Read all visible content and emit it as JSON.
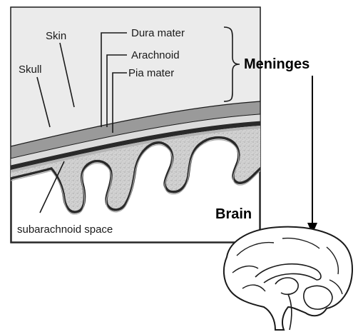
{
  "labels": {
    "skin": "Skin",
    "skull": "Skull",
    "dura_mater": "Dura mater",
    "arachnoid": "Arachnoid",
    "pia_mater": "Pia mater",
    "subarachnoid_space": "subarachnoid space",
    "meninges": "Meninges",
    "brain": "Brain"
  },
  "colors": {
    "panel_bg": "#ebebeb",
    "skin": "#9a9a9a",
    "skull": "#d6d6d6",
    "membrane_dark": "#2a2a2a",
    "membrane_light": "#a8a8a8",
    "subarachnoid_fill": "#d0d0d0",
    "line": "#1a1a1a"
  }
}
